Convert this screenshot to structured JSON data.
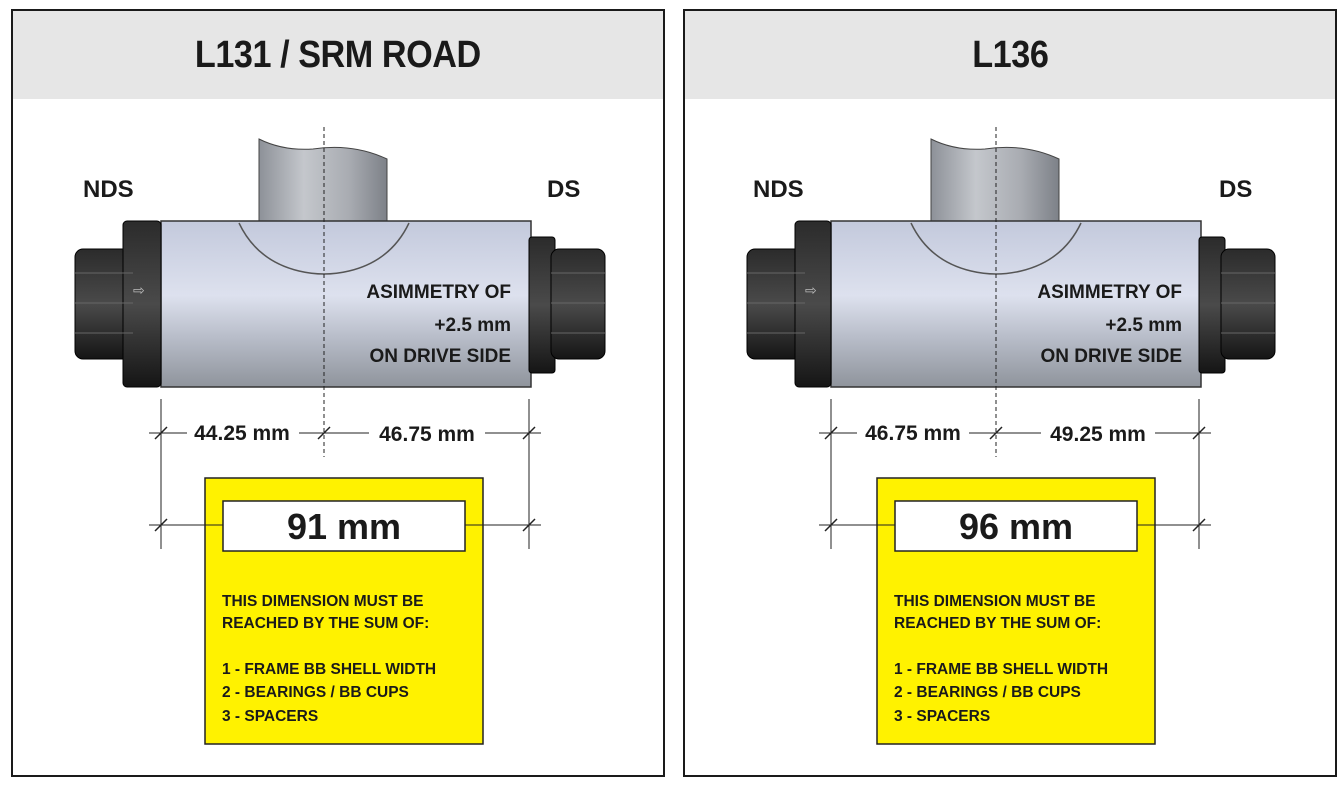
{
  "panels": [
    {
      "title": "L131 / SRM ROAD",
      "side_left": "NDS",
      "side_right": "DS",
      "asym_line1": "ASIMMETRY OF",
      "asym_line2": "+2.5 mm",
      "asym_line3": "ON DRIVE SIDE",
      "dim_left": "44.25 mm",
      "dim_right": "46.75 mm",
      "total": "91 mm",
      "note_line1": "THIS DIMENSION MUST BE",
      "note_line2": "REACHED BY THE SUM OF:",
      "list_1": "1 - FRAME BB SHELL WIDTH",
      "list_2": "2 - BEARINGS / BB CUPS",
      "list_3": "3 - SPACERS"
    },
    {
      "title": "L136",
      "side_left": "NDS",
      "side_right": "DS",
      "asym_line1": "ASIMMETRY OF",
      "asym_line2": "+2.5 mm",
      "asym_line3": "ON DRIVE SIDE",
      "dim_left": "46.75 mm",
      "dim_right": "49.25 mm",
      "total": "96 mm",
      "note_line1": "THIS DIMENSION MUST BE",
      "note_line2": "REACHED BY THE SUM OF:",
      "list_1": "1 - FRAME BB SHELL WIDTH",
      "list_2": "2 - BEARINGS / BB CUPS",
      "list_3": "3 - SPACERS"
    }
  ],
  "colors": {
    "header_bg": "#e6e6e6",
    "note_yellow": "#fff200",
    "shell_blue": "#c9cfe0",
    "cup_black": "#1e1e1e"
  }
}
